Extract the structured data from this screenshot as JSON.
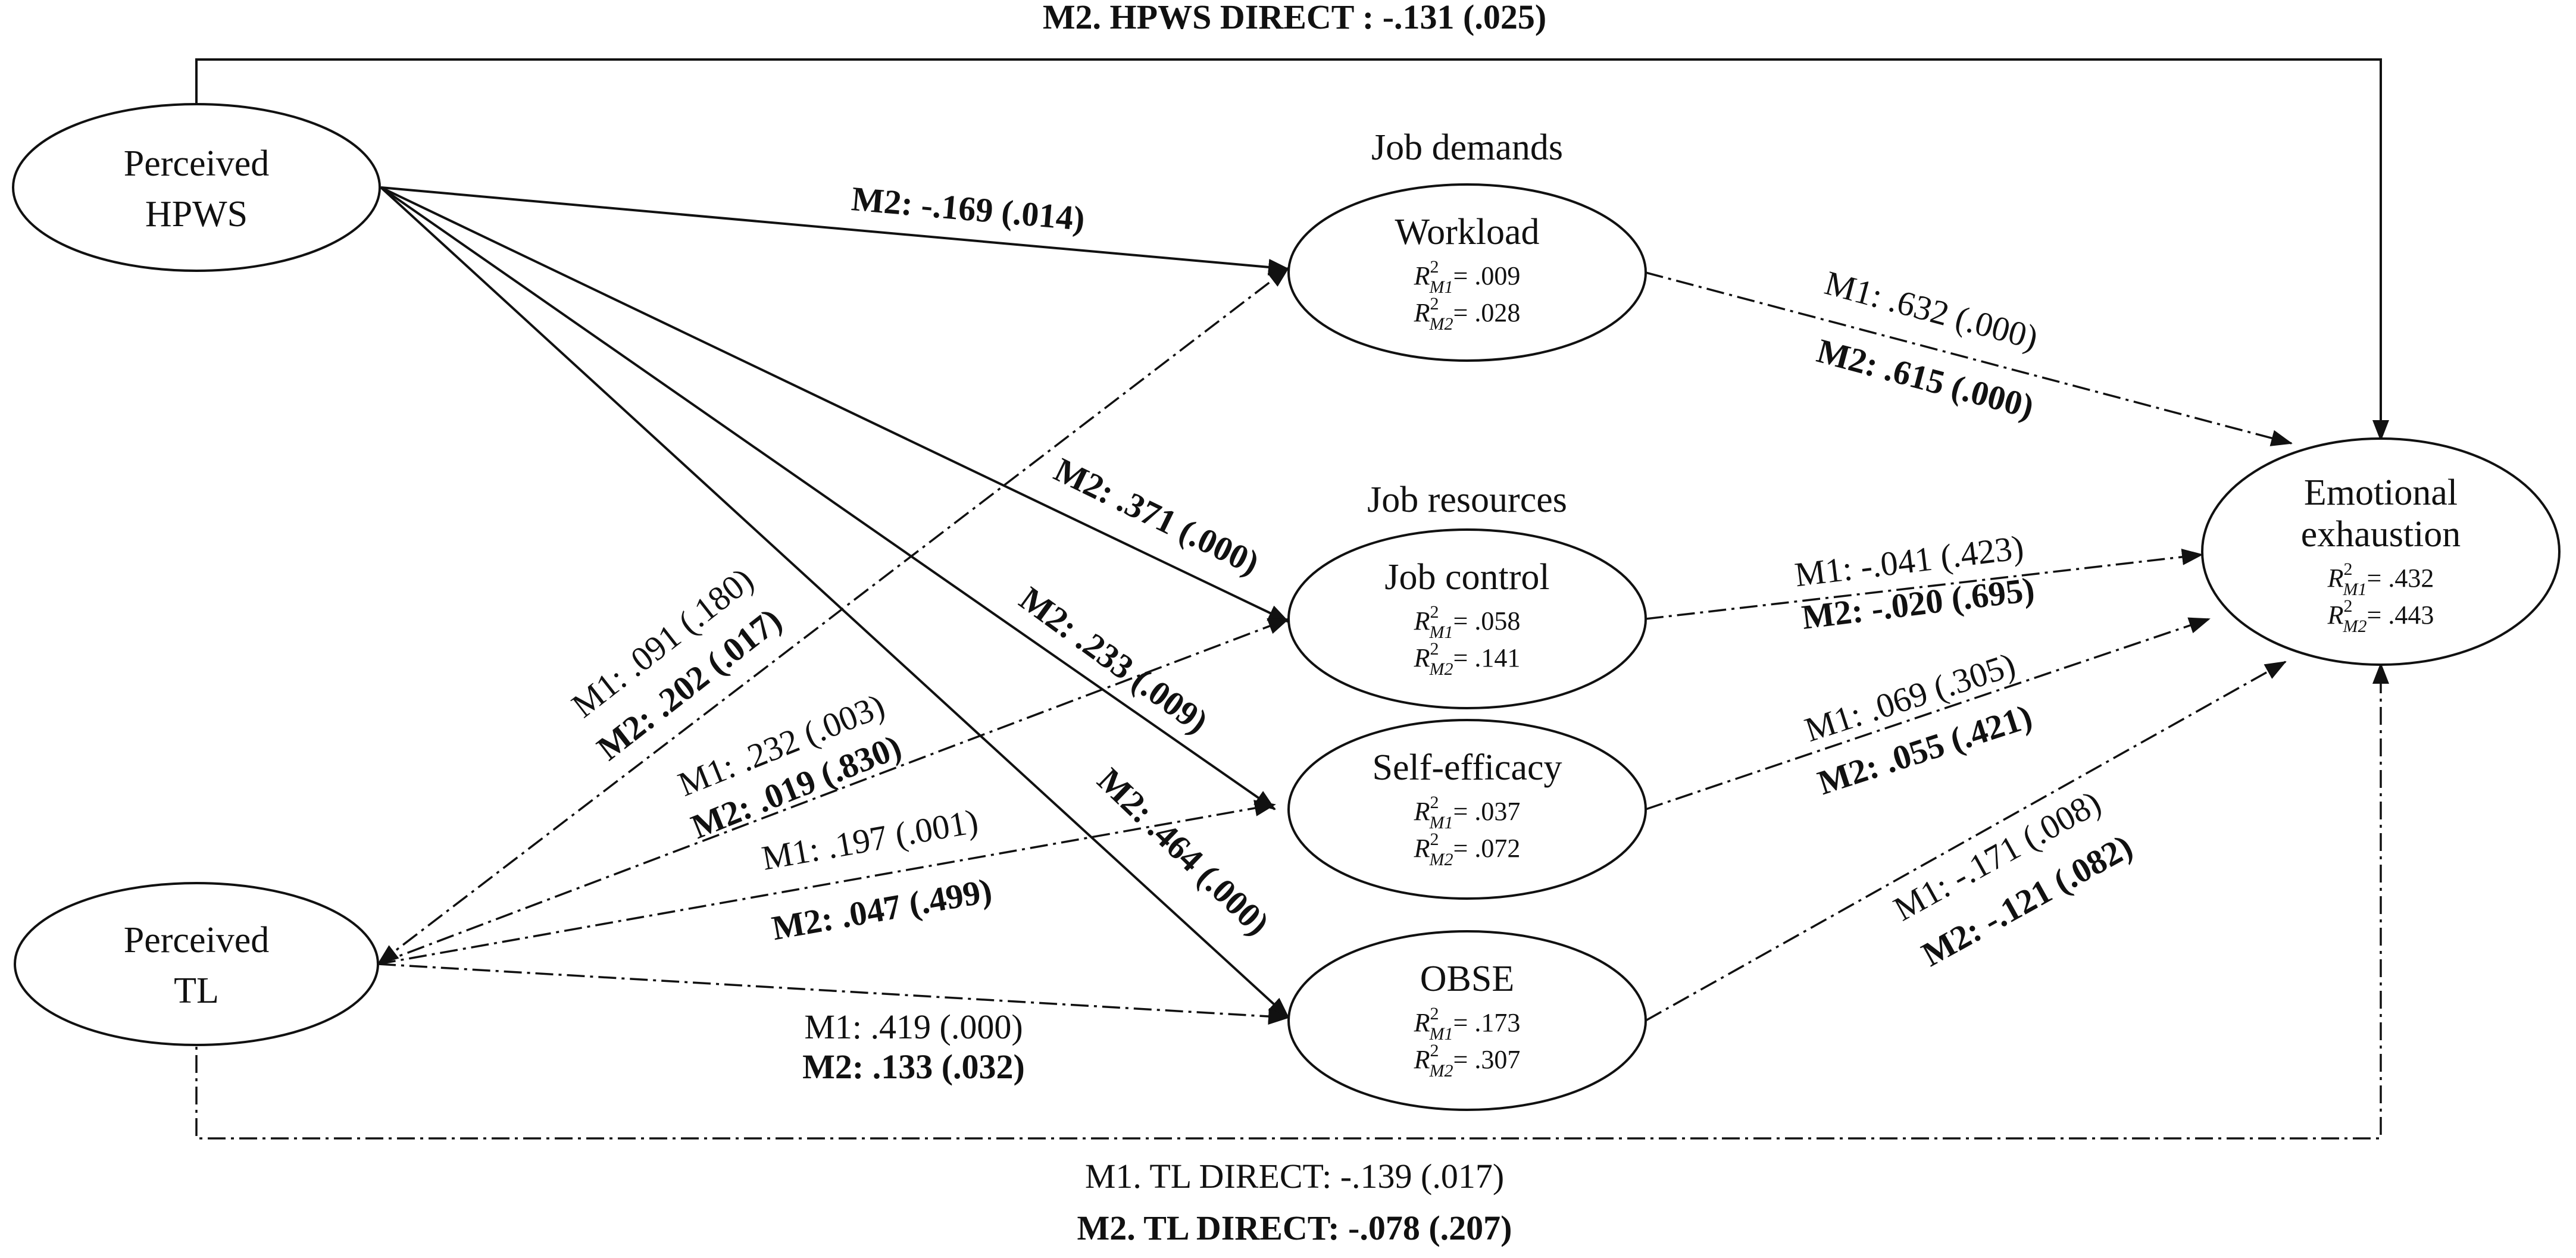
{
  "nodes": {
    "hpws": {
      "lines": [
        "Perceived",
        "HPWS"
      ]
    },
    "tl": {
      "lines": [
        "Perceived",
        "TL"
      ]
    },
    "workload": {
      "label": "Workload",
      "r2_m1": ".009",
      "r2_m2": ".028"
    },
    "job_control": {
      "label": "Job control",
      "r2_m1": ".058",
      "r2_m2": ".141"
    },
    "self_efficacy": {
      "label": "Self-efficacy",
      "r2_m1": ".037",
      "r2_m2": ".072"
    },
    "obse": {
      "label": "OBSE",
      "r2_m1": ".173",
      "r2_m2": ".307"
    },
    "exhaustion": {
      "lines": [
        "Emotional",
        "exhaustion"
      ],
      "r2_m1": ".432",
      "r2_m2": ".443"
    }
  },
  "groups": {
    "job_demands": "Job demands",
    "job_resources": "Job resources"
  },
  "r2_symbol": {
    "letter": "R",
    "power": "2",
    "m1": "M1",
    "m2": "M2",
    "equals": "= "
  },
  "edges": {
    "hpws_direct": {
      "m2": "M2. HPWS DIRECT : -.131 (.025)"
    },
    "hpws_workload": {
      "m2": "M2: -.169 (.014)"
    },
    "hpws_job_control": {
      "m2": "M2: .371 (.000)"
    },
    "hpws_self_efficacy": {
      "m2": "M2: .233 (.009)"
    },
    "hpws_obse": {
      "m2": "M2: .464 (.000)"
    },
    "tl_workload": {
      "m1": "M1: .091 (.180)",
      "m2": "M2: .202 (.017)"
    },
    "tl_job_control": {
      "m1": "M1: .232 (.003)",
      "m2": "M2: .019 (.830)"
    },
    "tl_self_efficacy": {
      "m1": "M1: .197 (.001)",
      "m2": "M2: .047 (.499)"
    },
    "tl_obse": {
      "m1": "M1: .419 (.000)",
      "m2": "M2: .133 (.032)"
    },
    "workload_ee": {
      "m1": "M1: .632 (.000)",
      "m2": "M2: .615 (.000)"
    },
    "job_control_ee": {
      "m1": "M1: -.041 (.423)",
      "m2": "M2: -.020 (.695)"
    },
    "self_efficacy_ee": {
      "m1": "M1: .069 (.305)",
      "m2": "M2: .055 (.421)"
    },
    "obse_ee": {
      "m1": "M1: -.171 (.008)",
      "m2": "M2: -.121 (.082)"
    },
    "tl_direct": {
      "m1": "M1. TL DIRECT: -.139 (.017)",
      "m2": "M2. TL DIRECT: -.078 (.207)"
    }
  }
}
